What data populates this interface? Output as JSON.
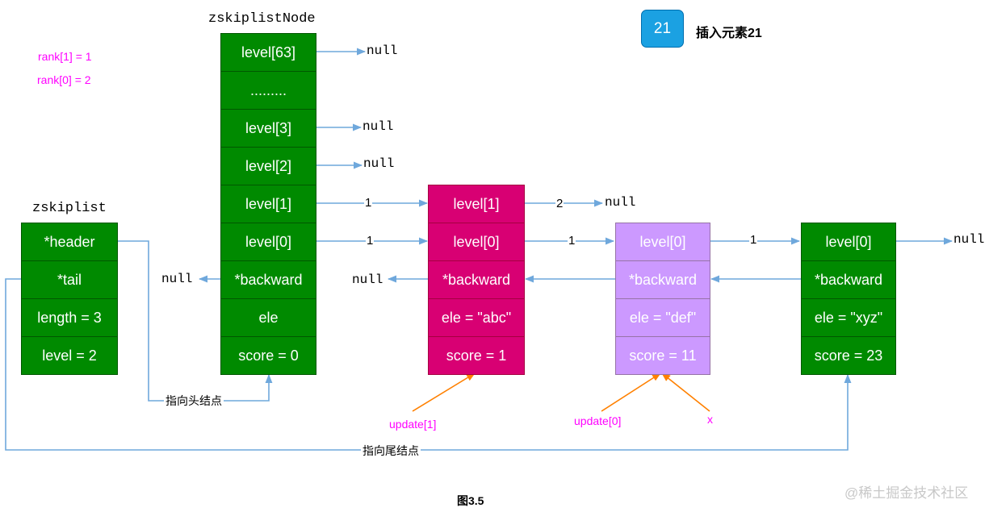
{
  "node_title": "zskiplistNode",
  "list_title": "zskiplist",
  "rank_lines": [
    "rank[1] = 1",
    "rank[0] = 2"
  ],
  "badge": {
    "number": "21",
    "caption": "插入元素21",
    "color": "#1ba1e2"
  },
  "header_node": [
    "level[63]",
    ".........",
    "level[3]",
    "level[2]",
    "level[1]",
    "level[0]",
    "*backward",
    "ele",
    "score = 0"
  ],
  "zskiplist_cells": [
    "*header",
    "*tail",
    "length = 3",
    "level = 2"
  ],
  "node_abc": [
    "level[1]",
    "level[0]",
    "*backward",
    "ele = \"abc\"",
    "score = 1"
  ],
  "node_def": [
    "level[0]",
    "*backward",
    "ele = \"def\"",
    "score = 11"
  ],
  "node_xyz": [
    "level[0]",
    "*backward",
    "ele = \"xyz\"",
    "score = 23"
  ],
  "null_text": "null",
  "spans": {
    "h_l1": "1",
    "h_l0": "1",
    "abc_l1": "2",
    "abc_l0": "1",
    "def_l0": "1"
  },
  "to_header_label": "指向头结点",
  "to_tail_label": "指向尾结点",
  "update_labels": [
    "update[1]",
    "update[0]"
  ],
  "x_label": "x",
  "figure_caption": "图3.5",
  "watermark": "@稀土掘金技术社区",
  "colors": {
    "green": "#008a00",
    "pink": "#d80073",
    "violet": "#cc99ff",
    "arrow": "#6fa8dc",
    "orange": "#ff8000",
    "magenta": "#ff00ff"
  }
}
